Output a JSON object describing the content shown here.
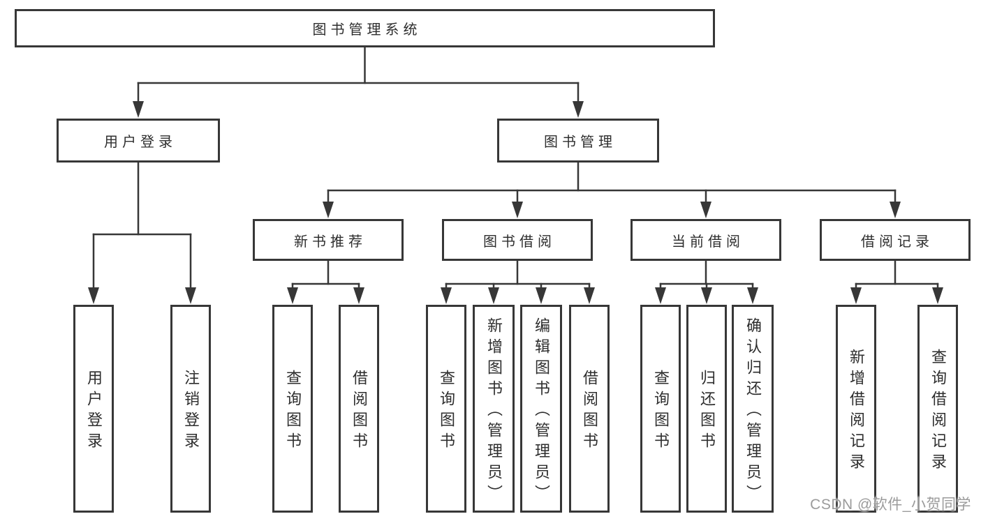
{
  "diagram": {
    "type": "tree",
    "title": "图书管理系统",
    "nodes": [
      {
        "id": "root",
        "label": "图书管理系统",
        "orientation": "horizontal",
        "parent": null
      },
      {
        "id": "user-login",
        "label": "用户登录",
        "orientation": "horizontal",
        "parent": "root"
      },
      {
        "id": "book-mgmt",
        "label": "图书管理",
        "orientation": "horizontal",
        "parent": "root"
      },
      {
        "id": "new-book-rec",
        "label": "新书推荐",
        "orientation": "horizontal",
        "parent": "book-mgmt"
      },
      {
        "id": "book-borrow",
        "label": "图书借阅",
        "orientation": "horizontal",
        "parent": "book-mgmt"
      },
      {
        "id": "current-borrow",
        "label": "当前借阅",
        "orientation": "horizontal",
        "parent": "book-mgmt"
      },
      {
        "id": "borrow-records",
        "label": "借阅记录",
        "orientation": "horizontal",
        "parent": "book-mgmt"
      },
      {
        "id": "login-action",
        "label": "用户登录",
        "orientation": "vertical",
        "parent": "user-login"
      },
      {
        "id": "logout-action",
        "label": "注销登录",
        "orientation": "vertical",
        "parent": "user-login"
      },
      {
        "id": "rec-query-books",
        "label": "查询图书",
        "orientation": "vertical",
        "parent": "new-book-rec"
      },
      {
        "id": "rec-borrow-books",
        "label": "借阅图书",
        "orientation": "vertical",
        "parent": "new-book-rec"
      },
      {
        "id": "bb-query-books",
        "label": "查询图书",
        "orientation": "vertical",
        "parent": "book-borrow"
      },
      {
        "id": "bb-add-books",
        "label": "新增图书（管理员）",
        "orientation": "vertical",
        "parent": "book-borrow"
      },
      {
        "id": "bb-edit-books",
        "label": "编辑图书（管理员）",
        "orientation": "vertical",
        "parent": "book-borrow"
      },
      {
        "id": "bb-borrow-books",
        "label": "借阅图书",
        "orientation": "vertical",
        "parent": "book-borrow"
      },
      {
        "id": "cb-query-books",
        "label": "查询图书",
        "orientation": "vertical",
        "parent": "current-borrow"
      },
      {
        "id": "cb-return-books",
        "label": "归还图书",
        "orientation": "vertical",
        "parent": "current-borrow"
      },
      {
        "id": "cb-confirm-return",
        "label": "确认归还（管理员）",
        "orientation": "vertical",
        "parent": "current-borrow"
      },
      {
        "id": "br-add-record",
        "label": "新增借阅记录",
        "orientation": "vertical",
        "parent": "borrow-records"
      },
      {
        "id": "br-query-record",
        "label": "查询借阅记录",
        "orientation": "vertical",
        "parent": "borrow-records"
      }
    ],
    "colors": {
      "line": "#373737",
      "box_border": "#373737",
      "box_fill": "#ffffff",
      "text": "#2e2e2e",
      "background": "#ffffff",
      "watermark": "#9b9b9b"
    }
  },
  "watermark": {
    "text": "CSDN @软件_小贺同学"
  }
}
